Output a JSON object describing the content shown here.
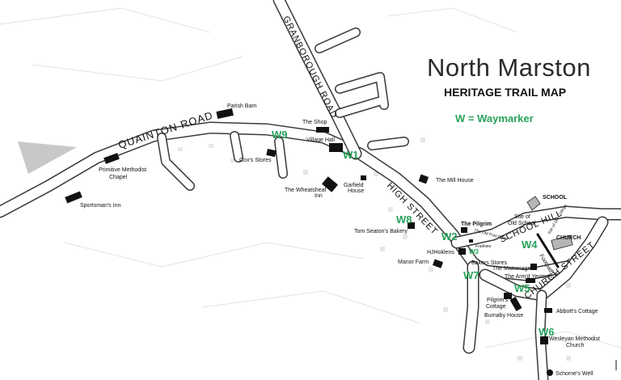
{
  "title": "North Marston",
  "subtitle": "HERITAGE TRAIL MAP",
  "legend": {
    "text": "W = Waymarker",
    "color": "#27a25a"
  },
  "colors": {
    "waymarker": "#27a25a",
    "building": "#111111",
    "road": "#3a3a3a",
    "field_shade": "#c8c8c8"
  },
  "roads": {
    "quainton": "QUAINTON ROAD",
    "granborough": "GRANBOROUGH ROAD",
    "high_street": "HIGH STREET",
    "school_hill": "SCHOOL HILL",
    "church_street": "CHURCH STREET",
    "footpath": "Footpath",
    "site_old_college": "Site of Old College"
  },
  "places": {
    "parish_barn": "Parish Barn",
    "the_shop": "The Shop",
    "village_hall": "Village Hall",
    "coxs_stores": "Cox's Stores",
    "primitive_methodist_1": "Primitive Methodist",
    "primitive_methodist_2": "Chapel",
    "sportsmans_inn": "Sportsman's Inn",
    "wheatsheaf_1": "The Wheatsheaf",
    "wheatsheaf_2": "Inn",
    "garfield_1": "Garfield",
    "garfield_2": "House",
    "mill_house": "The Mill House",
    "school": "SCHOOL",
    "old_school_1": "Site of",
    "old_school_2": "Old School",
    "church": "CHURCH",
    "the_pilgrim": "The Pilgrim",
    "old_post_office": "The Old Post Office",
    "frankies": "Frankies",
    "tom_seatons": "Tom Seaton's Bakery",
    "hjhoklens": "HJHoklens",
    "bakers_stores": "Bakers Stores",
    "manor_farm": "Manor Farm",
    "matronage": "The Matronage",
    "armd_yeoman": "The Arm'd Yeoman",
    "pilgrims_cottage_1": "Pilgrim's",
    "pilgrims_cottage_2": "Cottage",
    "burnaby_house": "Burnaby House",
    "abbotts_cottage": "Abbott's Cottage",
    "wesleyan_1": "Wesleyan Methodist",
    "wesleyan_2": "Church",
    "schornes_well": "Schorne's Well"
  },
  "waymarkers": {
    "w1": "W1",
    "w2": "W2",
    "w3": "W3",
    "w4": "W4",
    "w5": "W5",
    "w6": "W6",
    "w7": "W7",
    "w8": "W8",
    "w9": "W9"
  }
}
